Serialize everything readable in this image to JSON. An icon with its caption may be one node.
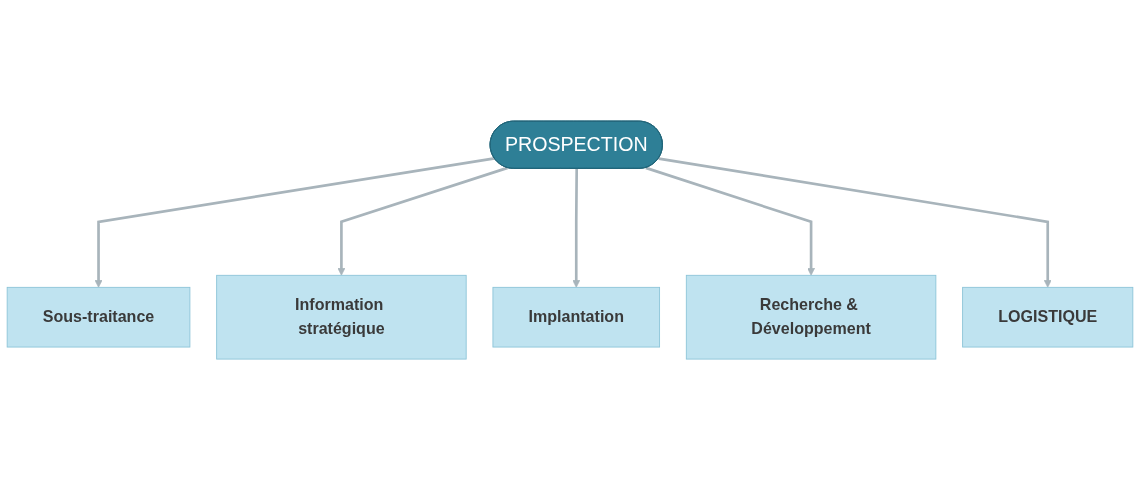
{
  "diagram": {
    "nodes": [
      {
        "text": [
          "PROSPECTION"
        ]
      },
      {
        "text": [
          "Sous-traitance"
        ]
      },
      {
        "text": [
          "Information stratégique"
        ]
      },
      {
        "text": [
          "Implantation"
        ]
      },
      {
        "text": [
          "Recherche & Développement"
        ]
      },
      {
        "text": [
          "LOGISTIQUE"
        ]
      }
    ],
    "edges": [
      {
        "from": 0,
        "to": 1,
        "arrow": "to"
      },
      {
        "from": 0,
        "to": 2,
        "arrow": "to"
      },
      {
        "from": 0,
        "to": 3,
        "arrow": "to"
      },
      {
        "from": 0,
        "to": 4,
        "arrow": "to"
      },
      {
        "from": 0,
        "to": 5,
        "arrow": "to"
      }
    ]
  }
}
